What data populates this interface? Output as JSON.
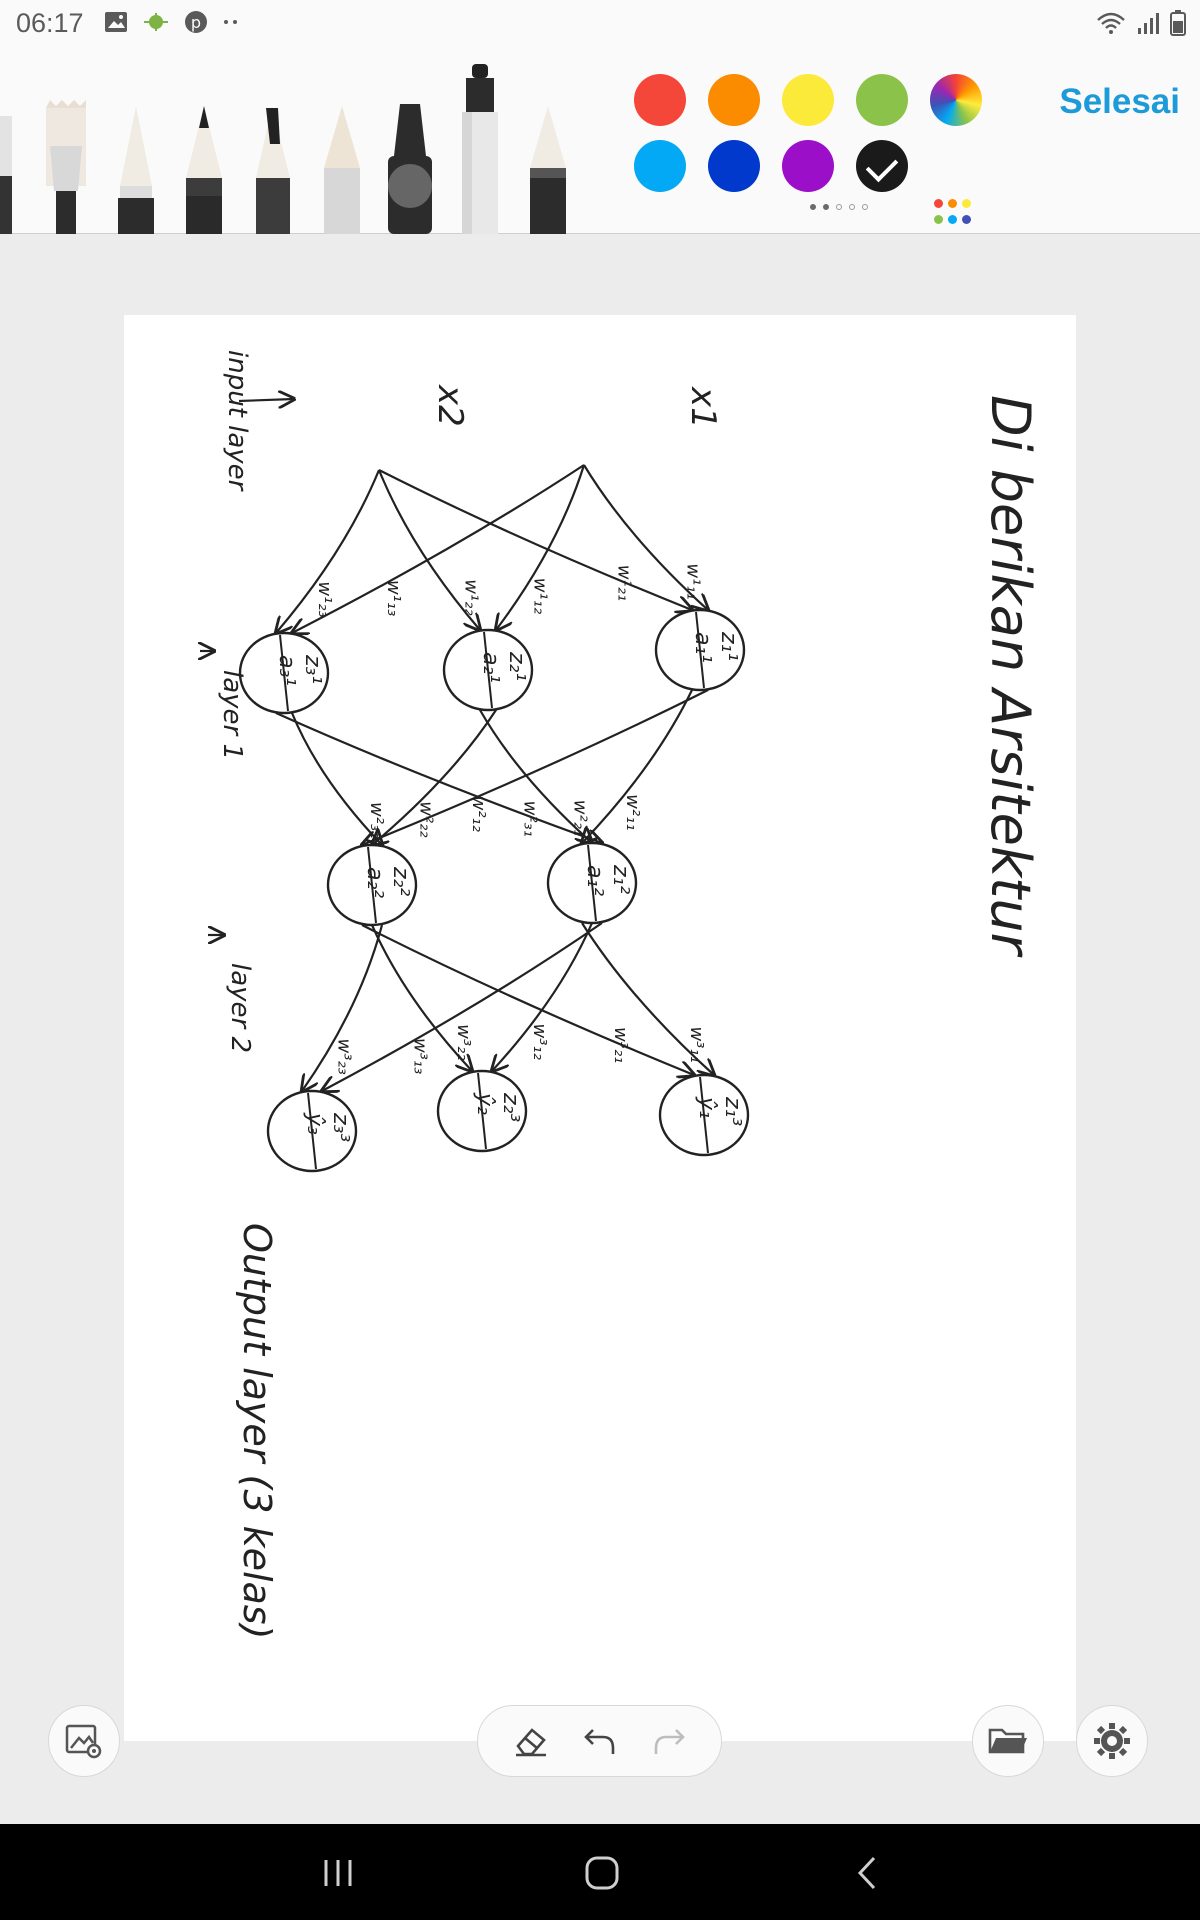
{
  "status_bar": {
    "time": "06:17",
    "left_icons": [
      "gallery-icon",
      "app-icon",
      "pinterest-icon",
      "more-dots-icon"
    ],
    "right_icons": [
      "wifi-icon",
      "signal-icon",
      "battery-icon"
    ]
  },
  "toolbar": {
    "pens": [
      "pen-eraser",
      "pen-brush-flat",
      "pen-fountain",
      "pen-pencil",
      "pen-calligraphy",
      "pen-crayon",
      "pen-marker",
      "pen-highlighter",
      "pen-ballpoint"
    ],
    "colors": [
      "#f4473a",
      "#fb8c00",
      "#fcea3b",
      "#8bc34a",
      "rainbow",
      "#03a9f4",
      "#0039cb",
      "#9c0fc9",
      "#1a1a1a"
    ],
    "selected_color": "#1a1a1a",
    "done_label": "Selesai",
    "accent": "#1d9ad8"
  },
  "drawing": {
    "title": "Di berikan Arsitektur",
    "input_label": "input layer",
    "layer1_label": "layer 1",
    "layer2_label": "layer 2",
    "output_label": "Output layer (3 kelas)",
    "inputs": [
      "x1",
      "x2"
    ],
    "layer1_nodes": [
      {
        "top": "z₁¹",
        "bottom": "a₁¹"
      },
      {
        "top": "z₂¹",
        "bottom": "a₂¹"
      },
      {
        "top": "z₃¹",
        "bottom": "a₃¹"
      }
    ],
    "layer2_nodes": [
      {
        "top": "z₁²",
        "bottom": "a₁²"
      },
      {
        "top": "z₂²",
        "bottom": "a₂²"
      }
    ],
    "output_nodes": [
      {
        "top": "z₁³",
        "bottom": "ŷ₁"
      },
      {
        "top": "z₂³",
        "bottom": "ŷ₂"
      },
      {
        "top": "z₃³",
        "bottom": "ŷ₃"
      }
    ],
    "weights_1": [
      "w¹₁₁",
      "w¹₂₁",
      "w¹₁₂",
      "w¹₂₂",
      "w¹₁₃",
      "w¹₂₃"
    ],
    "weights_2": [
      "w²₁₁",
      "w²₂₁",
      "w²₃₁",
      "w²₁₂",
      "w²₂₂",
      "w²₃₂"
    ],
    "weights_3": [
      "w³₁₁",
      "w³₂₁",
      "w³₁₂",
      "w³₂₂",
      "w³₁₃",
      "w³₂₃"
    ]
  },
  "bottom_controls": {
    "left": "image-settings-icon",
    "center": [
      "eraser-icon",
      "undo-icon",
      "redo-icon"
    ],
    "right": [
      "folder-icon",
      "settings-icon"
    ]
  },
  "nav_bar": [
    "recents-icon",
    "home-icon",
    "back-icon"
  ]
}
